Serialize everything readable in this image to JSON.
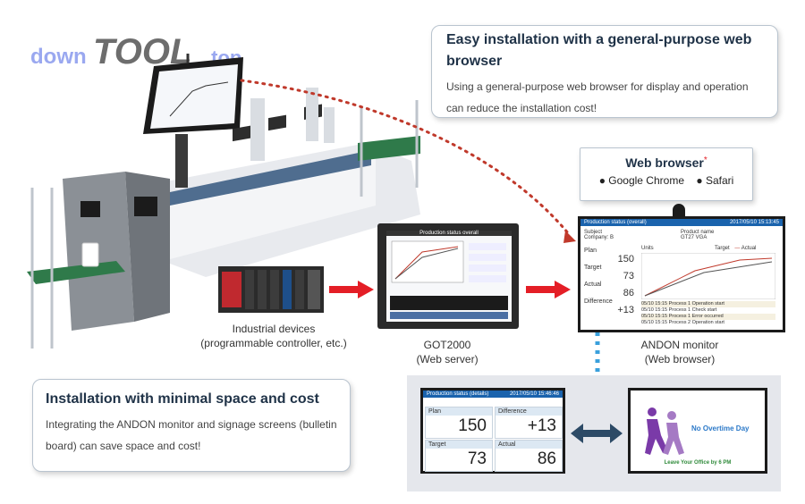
{
  "watermark": {
    "part1": "down",
    "part2": "TOOL",
    "part3": ".top"
  },
  "callout_top": {
    "title": "Easy installation with a general-purpose web browser",
    "body": "Using a general-purpose web browser for display and operation can reduce the installation cost!"
  },
  "callout_bottom": {
    "title": "Installation with minimal space and cost",
    "body": "Integrating the ANDON monitor and signage screens (bulletin board) can save space and cost!"
  },
  "browser_box": {
    "title": "Web browser",
    "asterisk": "*",
    "option1": "Google Chrome",
    "option2": "Safari"
  },
  "industrial": {
    "line1": "Industrial devices",
    "line2": "(programmable controller, etc.)"
  },
  "got": {
    "line1": "GOT2000",
    "line2": "(Web server)",
    "screen_title": "Production status overall"
  },
  "andon": {
    "line1": "ANDON monitor",
    "line2": "(Web browser)",
    "screen_title": "Production status (overall)",
    "screen_time": "2017/05/10 15:13:45",
    "subject_label": "Subject",
    "subject_value": "Company: B",
    "product_label": "Product name",
    "product_value": "GT27 VGA",
    "plan_label": "Plan",
    "plan_value": "150",
    "target_label": "Target",
    "target_value": "73",
    "actual_label": "Actual",
    "actual_value": "86",
    "diff_label": "Difference",
    "diff_value": "+13",
    "chart_units": "Units",
    "legend_target": "Target",
    "legend_actual": "Actual",
    "log": [
      "05/10 15:15 Process 1  Operation start",
      "05/10 15:15 Process 1  Check start",
      "05/10 15:15 Process 1  Error occurred",
      "05/10 15:15 Process 2  Operation start"
    ]
  },
  "tablet": {
    "title": "Production status (details)",
    "time": "2017/05/10 15:46:46",
    "plan_label": "Plan",
    "plan_value": "150",
    "diff_label": "Difference",
    "diff_value": "+13",
    "target_label": "Target",
    "target_value": "73",
    "actual_label": "Actual",
    "actual_value": "86"
  },
  "signage": {
    "headline": "No Overtime Day",
    "footer": "Leave Your Office by 6 PM"
  },
  "colors": {
    "arrow_red": "#e41e26",
    "dotted_red": "#c0392b",
    "blue_dots": "#3aa0dc",
    "accent_blue": "#1a63ad"
  }
}
